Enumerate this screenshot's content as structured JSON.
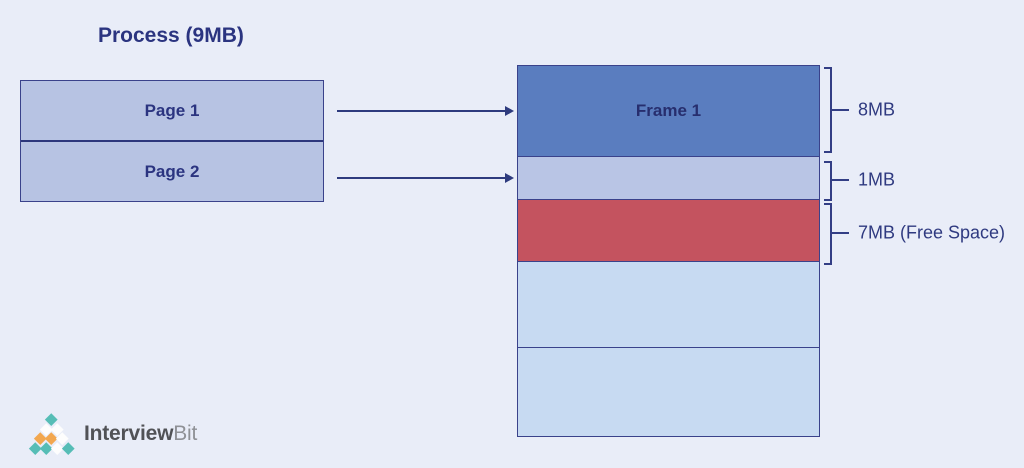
{
  "title": "Process (9MB)",
  "process_box": {
    "pages": [
      {
        "label": "Page 1"
      },
      {
        "label": "Page 2"
      }
    ]
  },
  "memory_column": {
    "frames": [
      {
        "name": "frame-1",
        "label": "Frame 1",
        "color": "#5a7dbf"
      },
      {
        "name": "block-1mb",
        "label": "",
        "color": "#b9c5e5"
      },
      {
        "name": "block-free-7mb",
        "label": "",
        "color": "#c4535f"
      },
      {
        "name": "block-empty-1",
        "label": "",
        "color": "#c7daf2"
      },
      {
        "name": "block-empty-2",
        "label": "",
        "color": "#c7daf2"
      }
    ]
  },
  "annotations": [
    {
      "label": "8MB"
    },
    {
      "label": "1MB"
    },
    {
      "label": "7MB (Free Space)"
    }
  ],
  "logo": {
    "brand_primary": "Interview",
    "brand_secondary": "Bit",
    "mark_rows": [
      [
        "teal"
      ],
      [
        "white",
        "white"
      ],
      [
        "orange",
        "orange",
        "white"
      ],
      [
        "teal",
        "teal",
        "white",
        "teal"
      ]
    ],
    "mark_colors": {
      "teal": "#56bdb6",
      "orange": "#f2a74f",
      "white": "#fdfdfd"
    }
  },
  "colors": {
    "background": "#e9edf8",
    "page_fill": "#b7c3e3",
    "border": "#3a428b",
    "text_navy": "#2b3480",
    "arrow": "#2e3b7e"
  }
}
